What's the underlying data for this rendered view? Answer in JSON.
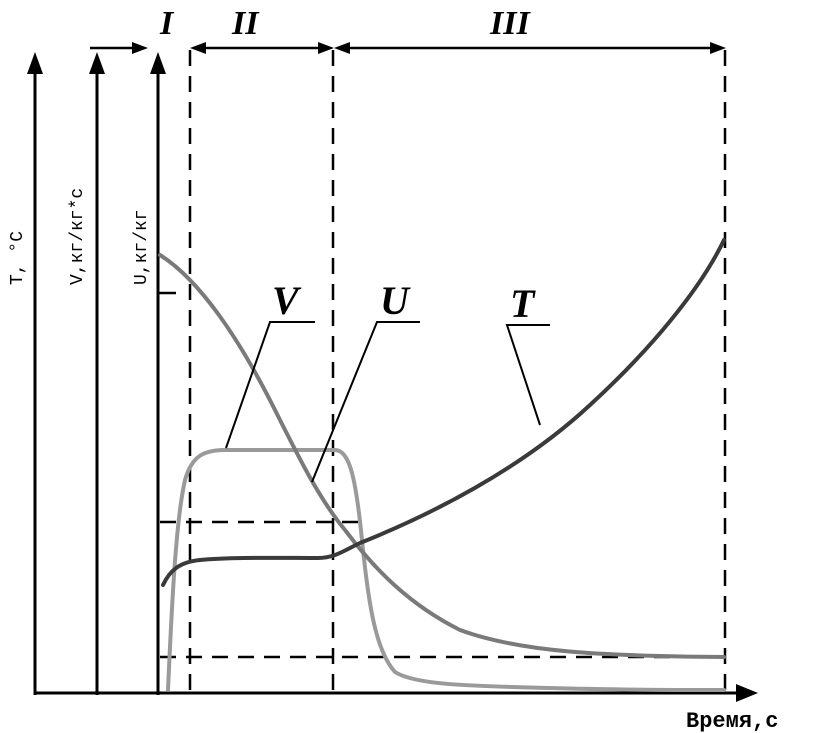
{
  "chart_data": {
    "type": "line",
    "x_label": "Время,с",
    "y_axes": [
      {
        "label": "T, °C"
      },
      {
        "label": "V,кг/кг*с"
      },
      {
        "label": "U,кг/кг"
      }
    ],
    "periods": [
      "I",
      "II",
      "III"
    ],
    "series": [
      {
        "name": "V",
        "color": "#9a9a9a"
      },
      {
        "name": "U",
        "color": "#7a7a7a"
      },
      {
        "name": "T",
        "color": "#3a3a3a"
      }
    ]
  }
}
